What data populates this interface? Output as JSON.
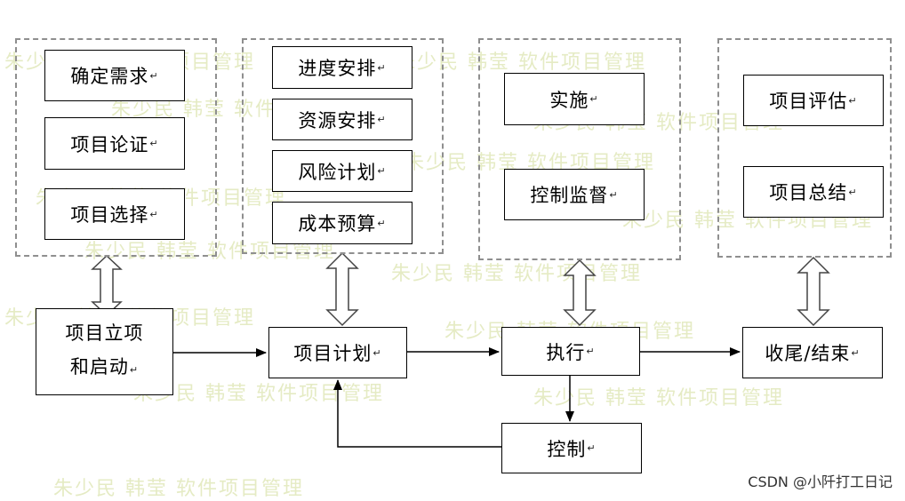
{
  "watermark": "朱少民  韩莹  软件项目管理",
  "groups": {
    "initiation": [
      "确定需求",
      "项目论证",
      "项目选择"
    ],
    "planning": [
      "进度安排",
      "资源安排",
      "风险计划",
      "成本预算"
    ],
    "execution": [
      "实施",
      "控制监督"
    ],
    "closing": [
      "项目评估",
      "项目总结"
    ]
  },
  "main": {
    "start_line1": "项目立项",
    "start_line2": "和启动",
    "plan": "项目计划",
    "execute": "执行",
    "close": "收尾/结束",
    "control": "控制"
  },
  "paragraph_mark": "↵",
  "credit": "CSDN @小阡打工日记"
}
